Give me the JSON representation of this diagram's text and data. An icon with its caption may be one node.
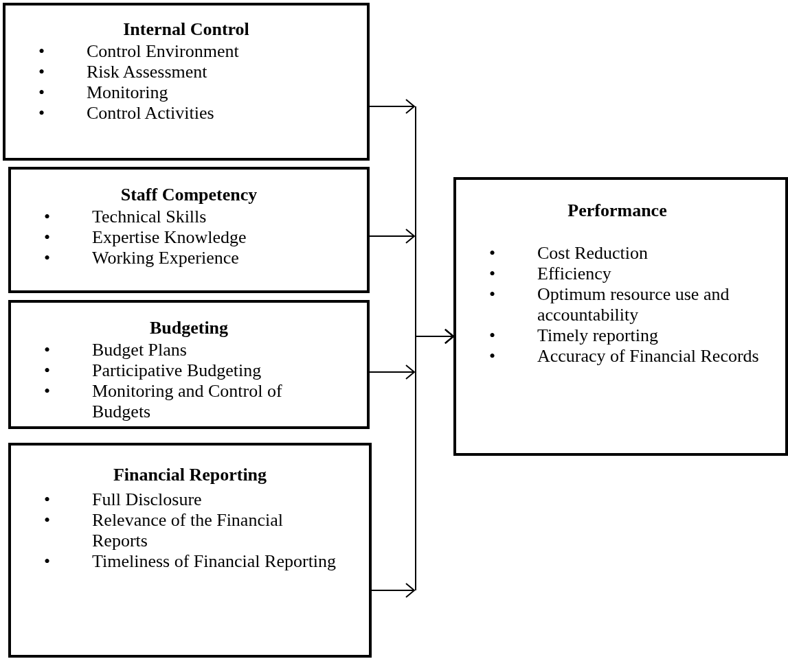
{
  "diagram": {
    "nodes": [
      {
        "text": [
          "Internal Control",
          "• Control Environment",
          "• Risk Assessment",
          "• Monitoring",
          "• Control Activities"
        ]
      },
      {
        "text": [
          "Staff Competency",
          "• Technical Skills",
          "• Expertise Knowledge",
          "• Working Experience"
        ]
      },
      {
        "text": [
          "Budgeting",
          "• Budget Plans",
          "• Participative Budgeting",
          "• Monitoring and Control of Budgets"
        ]
      },
      {
        "text": [
          "Financial Reporting",
          "• Full Disclosure",
          "• Relevance of the Financial Reports",
          "• Timeliness of Financial Reporting"
        ]
      },
      {
        "text": [
          "Performance",
          "• Cost Reduction",
          "• Efficiency",
          "• Optimum resource use and accountability",
          "• Timely reporting",
          "• Accuracy of Financial Records"
        ]
      }
    ],
    "edges": [
      {
        "from": 0,
        "to": 4,
        "arrow": "to"
      },
      {
        "from": 1,
        "to": 4,
        "arrow": "to"
      },
      {
        "from": 2,
        "to": 4,
        "arrow": "to"
      },
      {
        "from": 3,
        "to": 4,
        "arrow": "to"
      }
    ]
  }
}
